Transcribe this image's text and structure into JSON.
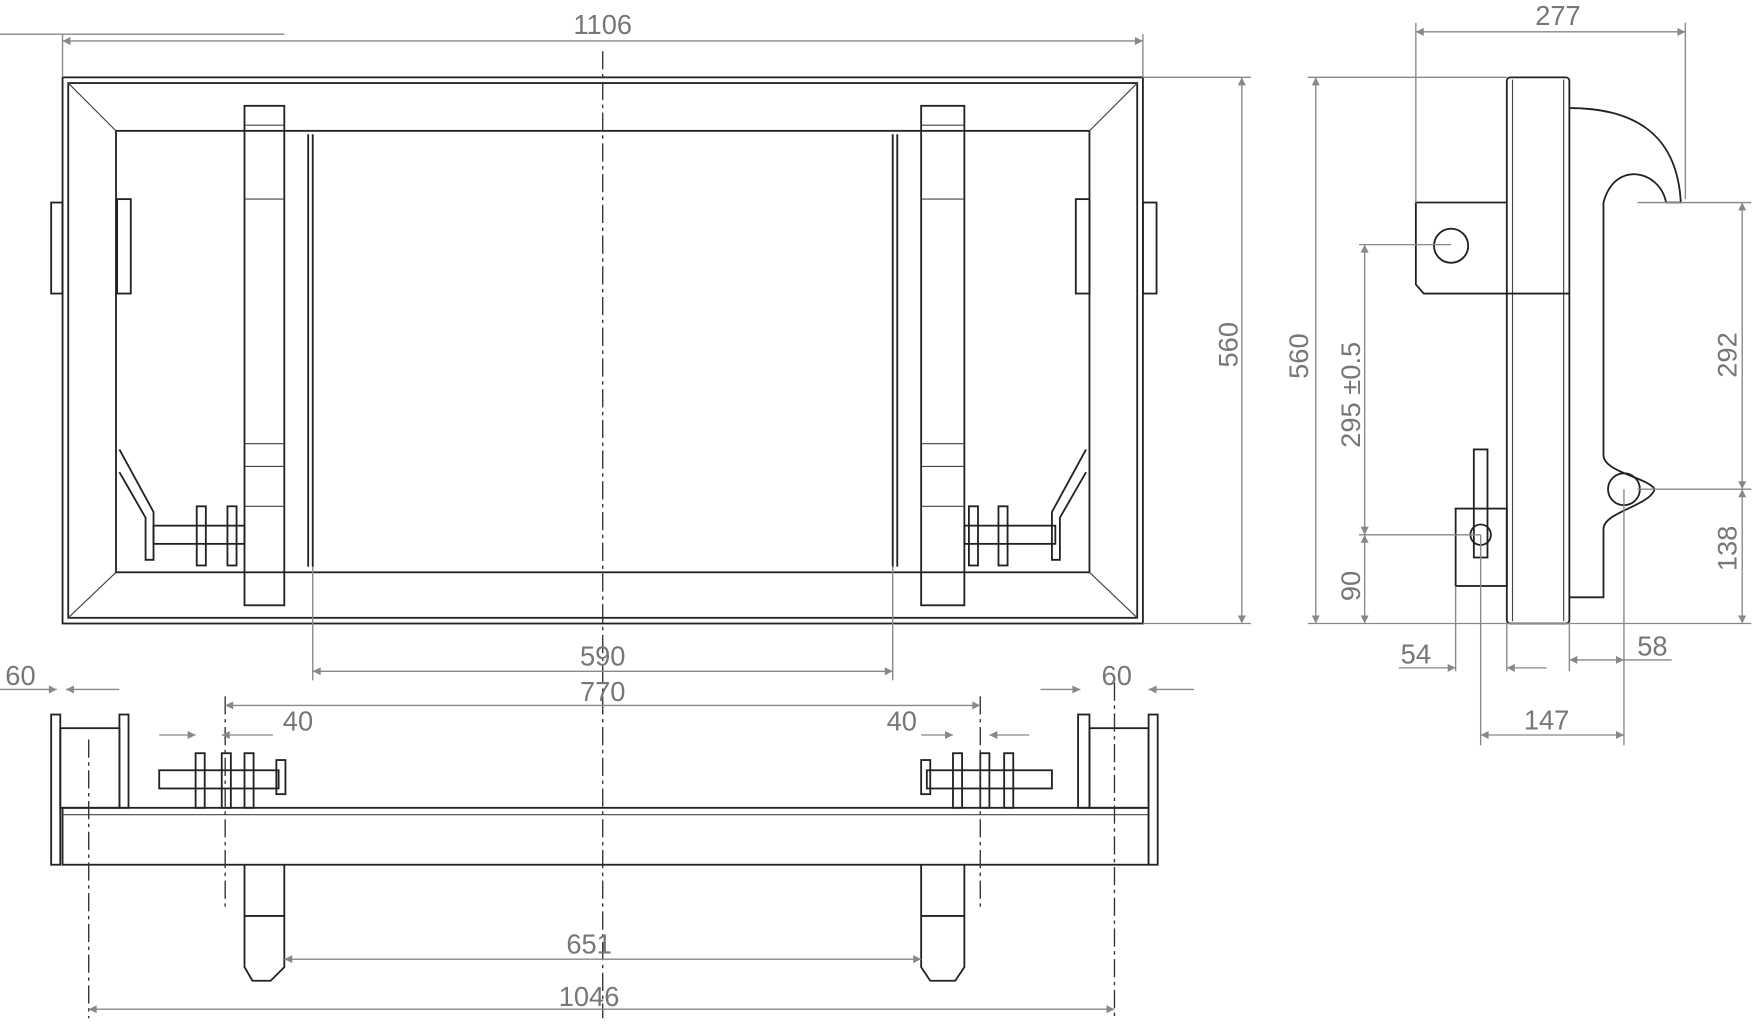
{
  "top_view": {
    "dims": {
      "overall_width": "1106",
      "height": "560",
      "inner_plate_spacing": "590"
    }
  },
  "bottom_view": {
    "dims": {
      "upright_spacing": "770",
      "end_left": "60",
      "end_right": "60",
      "pin_left": "40",
      "pin_right": "40",
      "leg_spacing": "651",
      "overall_length": "1046"
    }
  },
  "side_view": {
    "dims": {
      "depth": "277",
      "height": "560",
      "hook_to_eye": "292",
      "eye_height": "138",
      "lug_height": "295 ±0.5",
      "latch_height": "90",
      "latch_offset": "54",
      "eye_offset": "58",
      "latch_to_eye": "147"
    }
  }
}
